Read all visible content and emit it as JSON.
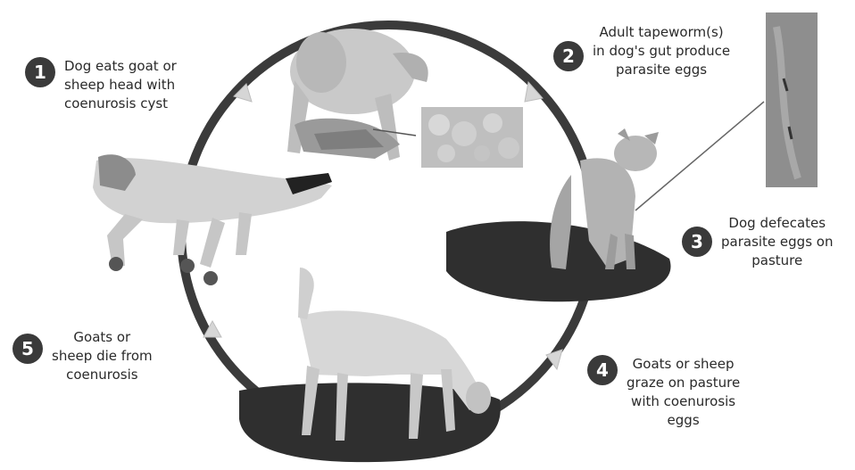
{
  "colors": {
    "circle": "#3b3b3b",
    "badge": "#3a3a3a",
    "text": "#2a2a2a",
    "arrow": "#d6d6d6",
    "pasture": "#2f2f2f"
  },
  "steps": [
    {
      "number": "1",
      "text": "Dog eats goat or\nsheep head with\ncoenurosis cyst"
    },
    {
      "number": "2",
      "text": "Adult tapeworm(s)\nin dog's gut produce\nparasite eggs"
    },
    {
      "number": "3",
      "text": "Dog defecates\nparasite eggs on\npasture"
    },
    {
      "number": "4",
      "text": "Goats or sheep\ngraze on pasture\nwith coenurosis\neggs"
    },
    {
      "number": "5",
      "text": "Goats or\nsheep die from\ncoenurosis"
    }
  ],
  "images": [
    {
      "name": "dog-eating-head-photo",
      "subject": "dog eating goat head"
    },
    {
      "name": "cyst-closeup-photo",
      "subject": "coenurosis cyst close-up"
    },
    {
      "name": "tapeworm-gut-photo",
      "subject": "tapeworms in dog gut"
    },
    {
      "name": "sitting-dog-photo",
      "subject": "dog on pasture"
    },
    {
      "name": "grazing-goat-photo",
      "subject": "goat grazing"
    },
    {
      "name": "dead-goat-photo",
      "subject": "dead goat"
    }
  ]
}
